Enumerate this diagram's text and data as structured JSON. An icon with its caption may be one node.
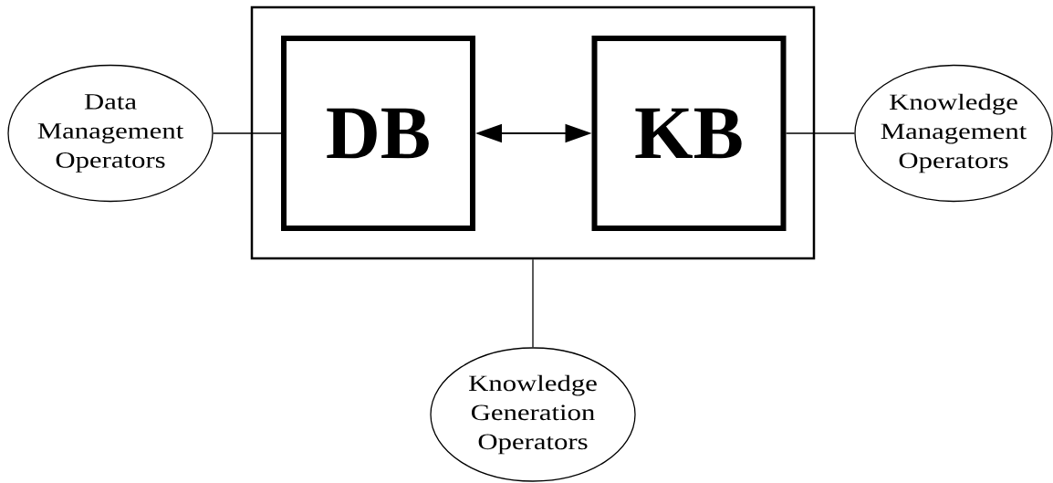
{
  "diagram": {
    "nodes": [
      {
        "text": [],
        "shape": "box"
      },
      {
        "text": [
          "DB"
        ],
        "in": 0
      },
      {
        "text": [
          "KB"
        ],
        "in": 0
      },
      {
        "text": [
          "Data Management Operators"
        ]
      },
      {
        "text": [
          "Knowledge Management Operators"
        ]
      },
      {
        "text": [
          "Knowledge Generation Operators"
        ]
      }
    ],
    "edges": [
      {
        "from": 1,
        "to": 2,
        "arrow": "both"
      },
      {
        "from": 3,
        "to": 1,
        "arrow": "none"
      },
      {
        "from": 2,
        "to": 4,
        "arrow": "none"
      },
      {
        "from": 0,
        "to": 5,
        "arrow": "none"
      }
    ]
  }
}
